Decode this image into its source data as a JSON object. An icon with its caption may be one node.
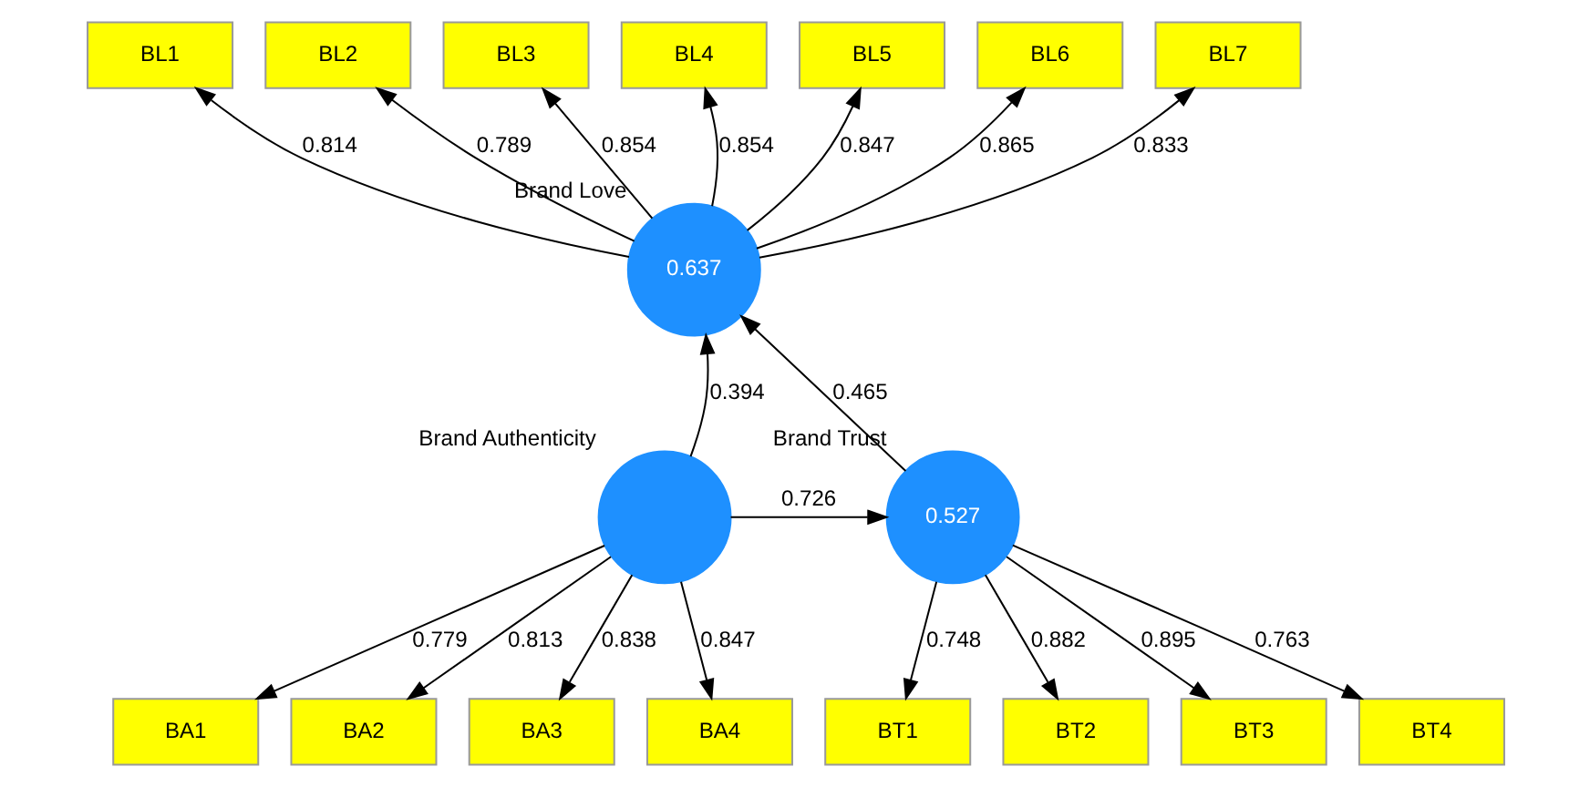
{
  "diagram": {
    "nodes": [
      {
        "text": [
          "BL1"
        ]
      },
      {
        "text": [
          "BL2"
        ]
      },
      {
        "text": [
          "BL3"
        ]
      },
      {
        "text": [
          "BL4"
        ]
      },
      {
        "text": [
          "BL5"
        ]
      },
      {
        "text": [
          "BL6"
        ]
      },
      {
        "text": [
          "BL7"
        ]
      },
      {
        "text": [
          "0.637"
        ],
        "beside": [
          "Brand Love"
        ]
      },
      {
        "text": [
          "BA1"
        ]
      },
      {
        "text": [
          "BA2"
        ]
      },
      {
        "text": [
          "BA3"
        ]
      },
      {
        "text": [
          "BA4"
        ]
      },
      {
        "text": [],
        "shape": "circle",
        "beside": [
          "Brand Authenticity"
        ]
      },
      {
        "text": [
          "0.527"
        ],
        "beside": [
          "Brand Trust"
        ]
      },
      {
        "text": [
          "BT1"
        ]
      },
      {
        "text": [
          "BT2"
        ]
      },
      {
        "text": [
          "BT3"
        ]
      },
      {
        "text": [
          "BT4"
        ]
      }
    ],
    "edges": [
      {
        "from": 7,
        "to": 0,
        "arrow": "to",
        "label": "0.814"
      },
      {
        "from": 7,
        "to": 1,
        "arrow": "to",
        "label": "0.789"
      },
      {
        "from": 7,
        "to": 2,
        "arrow": "to",
        "label": "0.854"
      },
      {
        "from": 7,
        "to": 3,
        "arrow": "to",
        "label": "0.854"
      },
      {
        "from": 7,
        "to": 4,
        "arrow": "to",
        "label": "0.847"
      },
      {
        "from": 7,
        "to": 5,
        "arrow": "to",
        "label": "0.865"
      },
      {
        "from": 7,
        "to": 6,
        "arrow": "to",
        "label": "0.833"
      },
      {
        "from": 12,
        "to": 8,
        "arrow": "to",
        "label": "0.779"
      },
      {
        "from": 12,
        "to": 9,
        "arrow": "to",
        "label": "0.813"
      },
      {
        "from": 12,
        "to": 10,
        "arrow": "to",
        "label": "0.838"
      },
      {
        "from": 12,
        "to": 11,
        "arrow": "to",
        "label": "0.847"
      },
      {
        "from": 12,
        "to": 7,
        "arrow": "to",
        "label": "0.394"
      },
      {
        "from": 12,
        "to": 13,
        "arrow": "to",
        "label": "0.726"
      },
      {
        "from": 13,
        "to": 7,
        "arrow": "to",
        "label": "0.465"
      },
      {
        "from": 13,
        "to": 14,
        "arrow": "to",
        "label": "0.748"
      },
      {
        "from": 13,
        "to": 15,
        "arrow": "to",
        "label": "0.882"
      },
      {
        "from": 13,
        "to": 16,
        "arrow": "to",
        "label": "0.895"
      },
      {
        "from": 13,
        "to": 17,
        "arrow": "to",
        "label": "0.763"
      }
    ]
  }
}
